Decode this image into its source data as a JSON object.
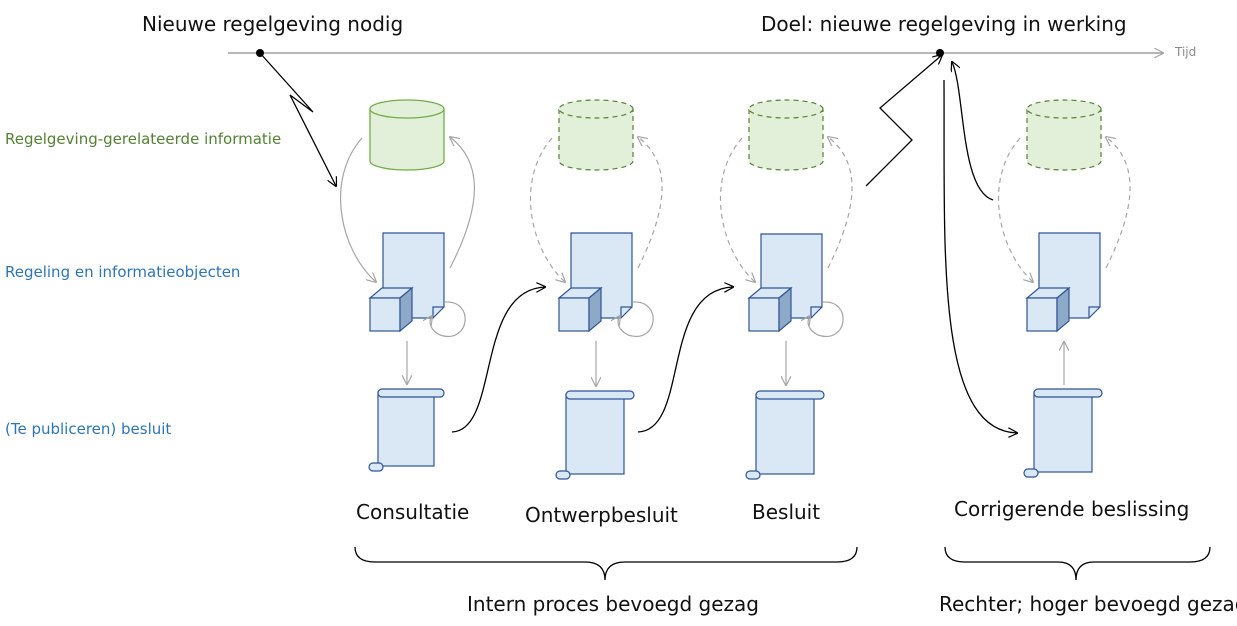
{
  "timeline": {
    "start_label": "Nieuwe regelgeving nodig",
    "goal_label": "Doel: nieuwe regelgeving in werking",
    "axis_label": "Tijd"
  },
  "rows": {
    "info": "Regelgeving-gerelateerde informatie",
    "regeling": "Regeling en informatieobjecten",
    "besluit": "(Te publiceren) besluit"
  },
  "stages": {
    "consultatie": "Consultatie",
    "ontwerpbesluit": "Ontwerpbesluit",
    "besluit": "Besluit",
    "corrigerend": "Corrigerende beslissing"
  },
  "groups": {
    "intern": "Intern proces bevoegd gezag",
    "rechter": "Rechter; hoger bevoegd gezag"
  },
  "colors": {
    "green_fill": "#e2efd9",
    "green_stroke": "#70ad47",
    "blue_fill": "#dae7f5",
    "blue_stroke": "#2f5597",
    "row_green": "#548235",
    "row_blue": "#2e75b6"
  }
}
